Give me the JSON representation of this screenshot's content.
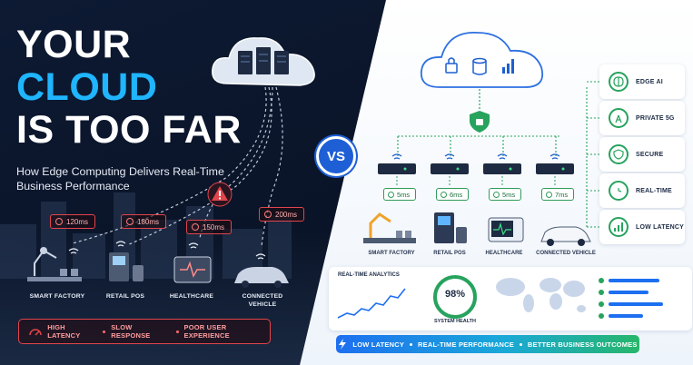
{
  "headline": {
    "line1": "YOUR",
    "line2": "CLOUD",
    "line3": "IS TOO FAR"
  },
  "subtitle": "How Edge Computing Delivers Real-Time Business Performance",
  "vs": "VS",
  "cloud_latencies": [
    {
      "value": "120ms",
      "device": "SMART FACTORY"
    },
    {
      "value": "180ms",
      "device": "RETAIL POS"
    },
    {
      "value": "150ms",
      "device": "HEALTHCARE"
    },
    {
      "value": "200ms",
      "device": "CONNECTED VEHICLE"
    }
  ],
  "bad_outcomes": [
    "HIGH LATENCY",
    "SLOW RESPONSE",
    "POOR USER EXPERIENCE"
  ],
  "edge_latencies": [
    {
      "value": "5ms",
      "device": "SMART FACTORY"
    },
    {
      "value": "6ms",
      "device": "RETAIL POS"
    },
    {
      "value": "5ms",
      "device": "HEALTHCARE"
    },
    {
      "value": "7ms",
      "device": "CONNECTED VEHICLE"
    }
  ],
  "features": [
    "EDGE AI",
    "PRIVATE 5G",
    "SECURE",
    "REAL-TIME",
    "LOW LATENCY"
  ],
  "analytics": {
    "title": "REAL-TIME ANALYTICS",
    "health_value": "98%",
    "health_label": "SYSTEM HEALTH",
    "health_fraction": 0.98
  },
  "good_outcomes": [
    "LOW LATENCY",
    "REAL-TIME PERFORMANCE",
    "BETTER BUSINESS OUTCOMES"
  ],
  "colors": {
    "cyan": "#1fb5ff",
    "danger": "#e1454b",
    "success": "#27a35d",
    "blue": "#1e5fd6"
  }
}
